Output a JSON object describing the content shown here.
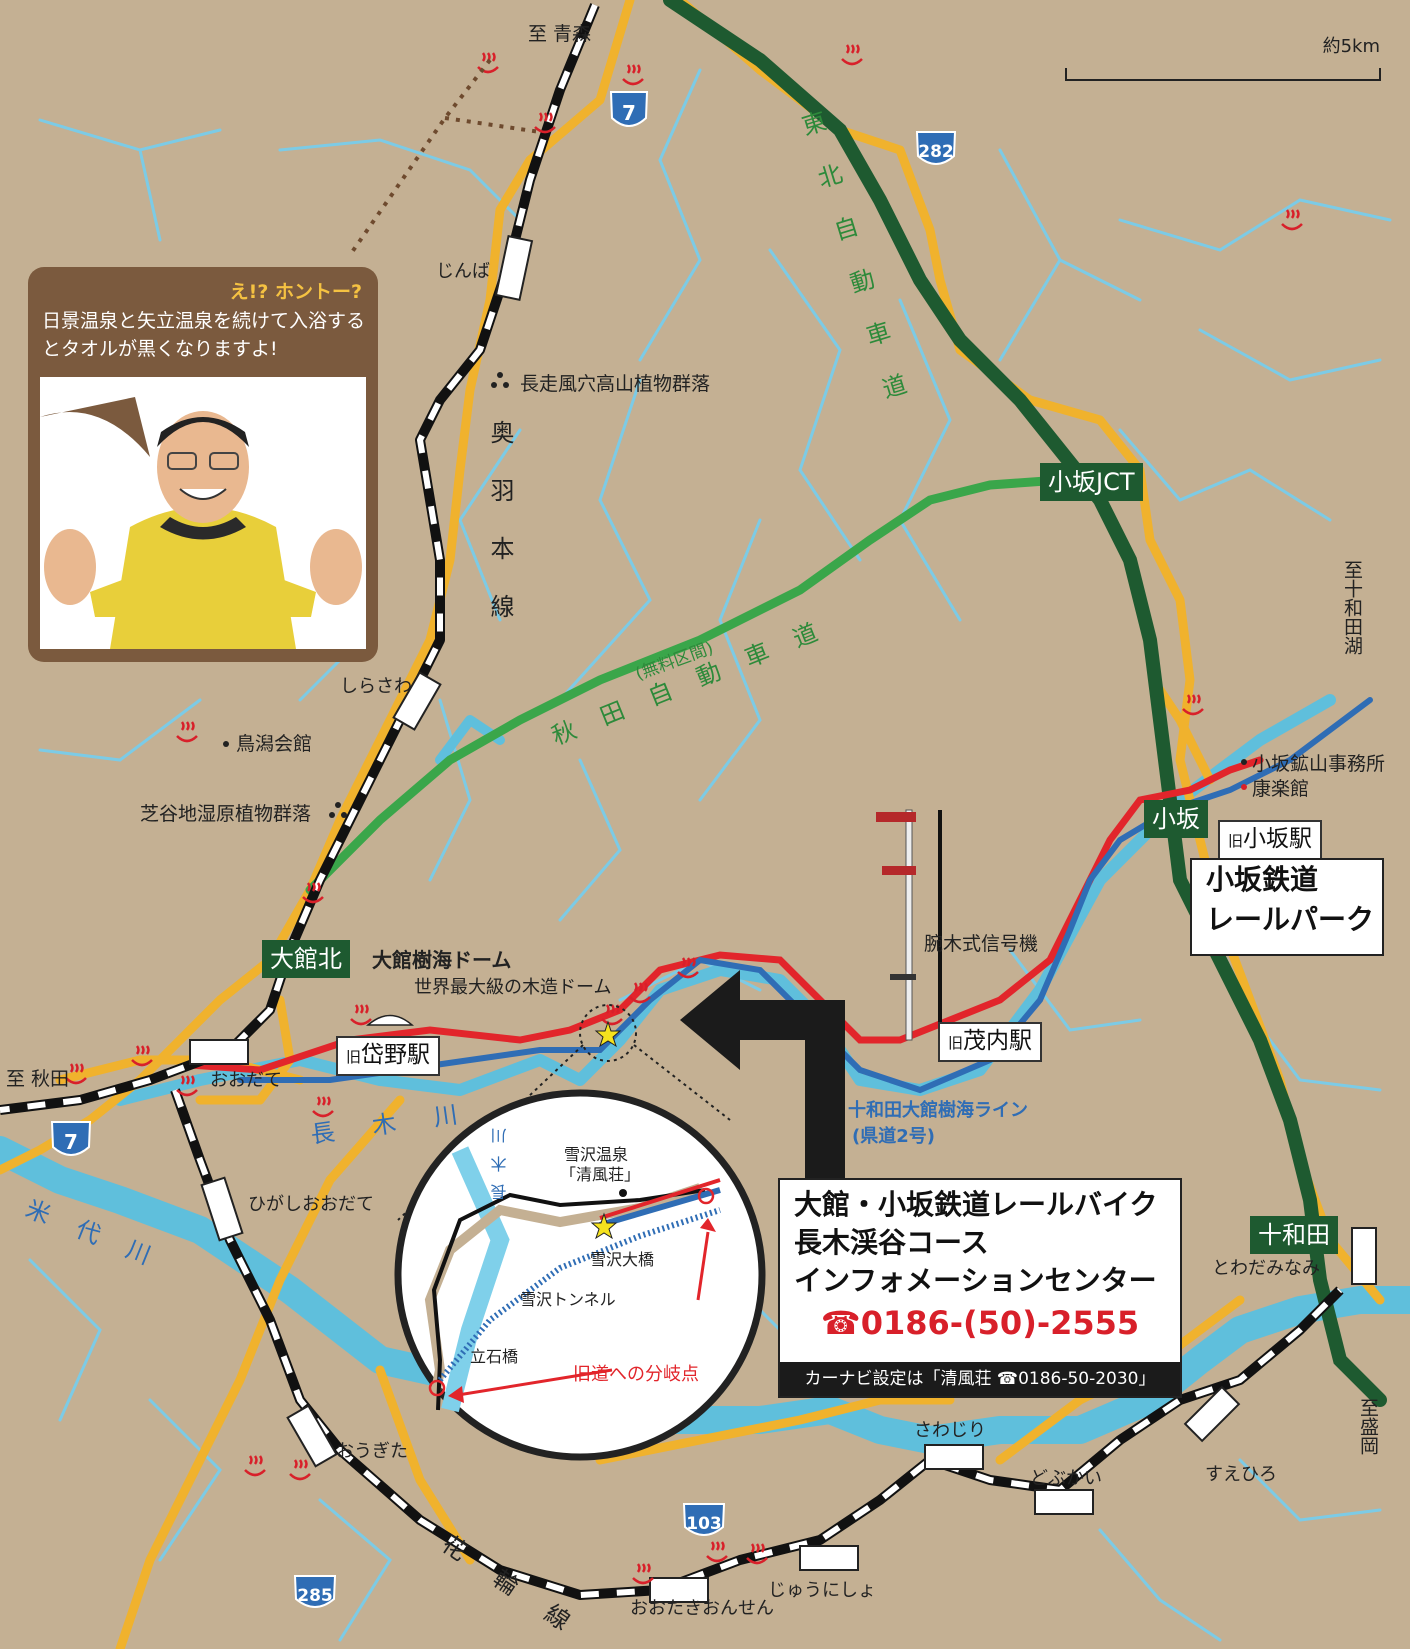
{
  "scale_label": "約5km",
  "to_labels": {
    "aomori": "至 青森",
    "akita": "至 秋田",
    "towada_ko": "至十和田湖",
    "morioka": "至盛岡"
  },
  "route_shields": [
    "7",
    "282",
    "7",
    "103",
    "285"
  ],
  "callout": {
    "question": "え!? ホントー?",
    "text": "日景温泉と矢立温泉を続けて入浴するとタオルが黒くなりますよ!"
  },
  "expressways": {
    "tohoku": "東北自動車道",
    "akita": "秋田自動車道",
    "free_section": "(無料区間)"
  },
  "rail_lines": {
    "ou": "奥羽本線",
    "hanawa": "花輪線"
  },
  "rivers": {
    "nagaki": "長木川",
    "yoneshiro": "米代川"
  },
  "interchanges": {
    "kosaka_jct": "小坂JCT",
    "kosaka": "小坂",
    "odate_kita": "大館北",
    "towada": "十和田"
  },
  "stations": [
    "じんば",
    "しらさわ",
    "おおだて",
    "ひがしおおだて",
    "おうぎた",
    "おおたきおんせん",
    "じゅうにしょ",
    "さわじり",
    "どぶかい",
    "すえひろ",
    "とわだみなみ"
  ],
  "old_station_prefix": "旧",
  "old_stations": {
    "taino": "岱野駅",
    "moriuchi": "茂内駅",
    "kosaka": "小坂駅"
  },
  "places": {
    "nagabashiri": "長走風穴高山植物群落",
    "shibayachi": "芝谷地湿原植物群落",
    "torigata": "鳥潟会館",
    "jukai_dome": "大館樹海ドーム",
    "dome_note": "世界最大級の木造ドーム",
    "semaphore": "腕木式信号機",
    "kosaka_mine": "小坂鉱山事務所",
    "korakukan": "康楽館",
    "jukai_line": "十和田大館樹海ライン",
    "jukai_line_note": "(県道2号)"
  },
  "rail_park": {
    "line1": "小坂鉄道",
    "line2": "レールパーク"
  },
  "inset": {
    "onsen": "雪沢温泉",
    "seifuso": "「清風荘」",
    "bridge": "雪沢大橋",
    "tunnel": "雪沢トンネル",
    "tateishi": "立石橋",
    "river": "長木川",
    "branch": "旧道への分岐点"
  },
  "info": {
    "line1": "大館・小坂鉄道レールバイク",
    "line2": "長木渓谷コース",
    "line3": "インフォメーションセンター",
    "phone": "☎0186-(50)-2555",
    "carnavi": "カーナビ設定は「清風荘 ☎0186-50-2030」"
  },
  "colors": {
    "ground": "#c4b093",
    "expressway_tohoku": "#1e5a30",
    "expressway_akita": "#3aa64a",
    "road": "#f0b22d",
    "river": "#5fbfdc",
    "stream": "#7ccbe6",
    "rail_bike_course": "#e2252b",
    "prefectural_road": "#2f6db5",
    "text_green": "#2d8a3a",
    "phone_red": "#d8202a"
  }
}
